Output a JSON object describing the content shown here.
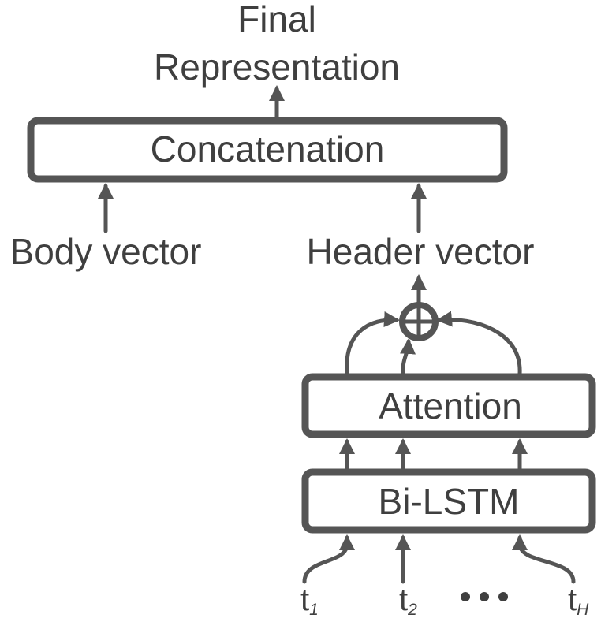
{
  "diagram": {
    "output_label_line1": "Final",
    "output_label_line2": "Representation",
    "concat_box_label": "Concatenation",
    "body_vector_label": "Body vector",
    "header_vector_label": "Header vector",
    "attention_box_label": "Attention",
    "bilstm_box_label": "Bi-LSTM",
    "tokens": [
      {
        "base": "t",
        "sub": "1"
      },
      {
        "base": "t",
        "sub": "2"
      },
      {
        "base": "t",
        "sub": "H"
      }
    ],
    "combine_symbol": "oplus-icon",
    "ellipsis": "dots-icon"
  }
}
